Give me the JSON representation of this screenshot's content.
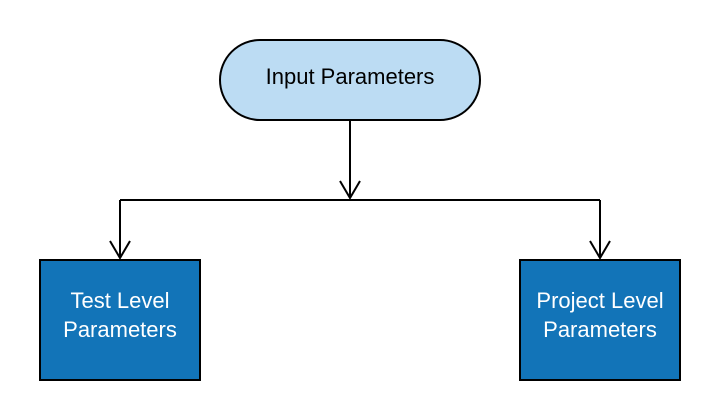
{
  "nodes": {
    "root": {
      "label": "Input Parameters",
      "fill": "#bcdcf3",
      "text_color": "#000000"
    },
    "left": {
      "line1": "Test Level",
      "line2": "Parameters",
      "fill": "#1274b8",
      "text_color": "#ffffff"
    },
    "right": {
      "line1": "Project Level",
      "line2": "Parameters",
      "fill": "#1274b8",
      "text_color": "#ffffff"
    }
  },
  "edges": [
    {
      "from": "Input Parameters",
      "to": "Test Level Parameters"
    },
    {
      "from": "Input Parameters",
      "to": "Project Level Parameters"
    }
  ],
  "colors": {
    "stroke": "#000000",
    "background": "#ffffff"
  }
}
